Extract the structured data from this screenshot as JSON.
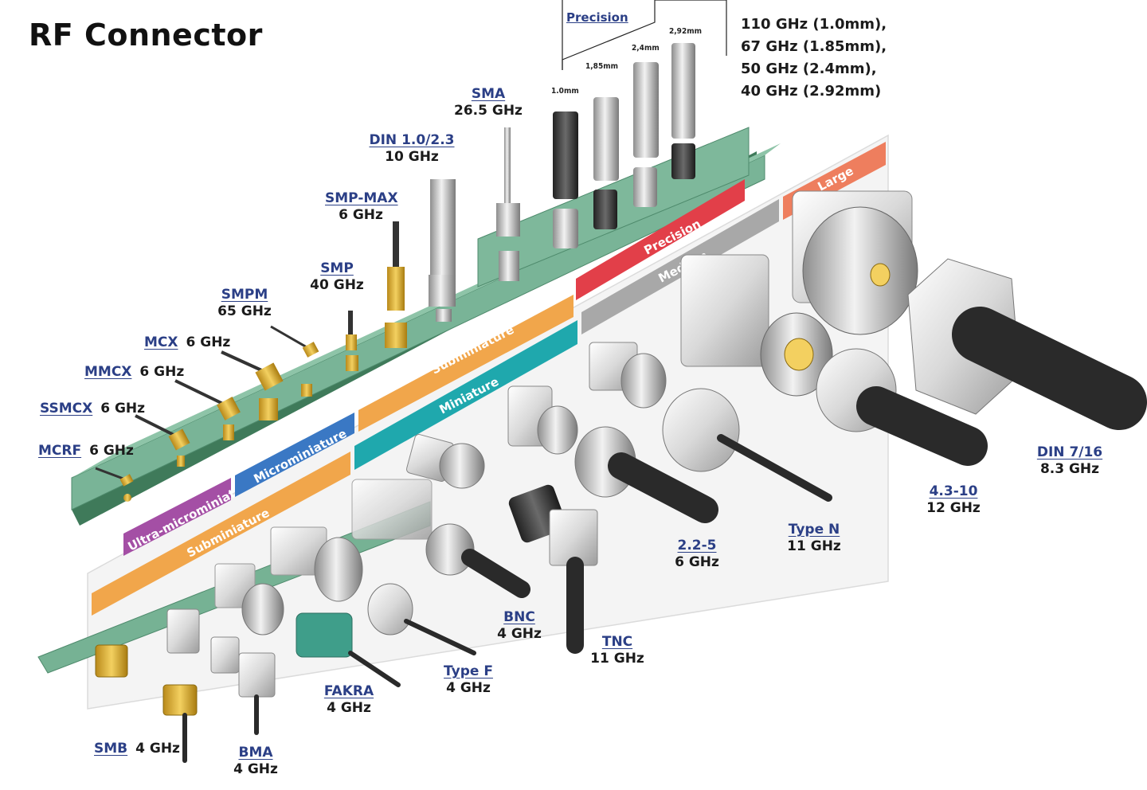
{
  "title": "RF Connector",
  "precision": {
    "label": "Precision",
    "sizes": [
      "1.0mm",
      "1,85mm",
      "2,4mm",
      "2,92mm"
    ],
    "notes": [
      "110 GHz (1.0mm),",
      "67 GHz (1.85mm),",
      "50 GHz (2.4mm),",
      "40 GHz (2.92mm)"
    ]
  },
  "bands": {
    "ultra_microminiature": "Ultra-microminiature",
    "microminiature": "Microminiature",
    "subminiature_upper": "Subminiature",
    "precision": "Precision",
    "miniature": "Miniature",
    "medium": "Medium",
    "large": "Large",
    "subminiature_lower": "Subminiature"
  },
  "connectors": {
    "mcrf": {
      "name": "MCRF",
      "freq": "6 GHz"
    },
    "ssmcx": {
      "name": "SSMCX",
      "freq": "6 GHz"
    },
    "mmcx": {
      "name": "MMCX",
      "freq": "6 GHz"
    },
    "mcx": {
      "name": "MCX",
      "freq": "6 GHz"
    },
    "smpm": {
      "name": "SMPM",
      "freq": "65 GHz"
    },
    "smp": {
      "name": "SMP",
      "freq": "40 GHz"
    },
    "smp_max": {
      "name": "SMP-MAX",
      "freq": "6 GHz"
    },
    "din_1023": {
      "name": "DIN 1.0/2.3",
      "freq": "10 GHz"
    },
    "sma": {
      "name": "SMA",
      "freq": "26.5 GHz"
    },
    "smb": {
      "name": "SMB",
      "freq": "4 GHz"
    },
    "bma": {
      "name": "BMA",
      "freq": "4 GHz"
    },
    "fakra": {
      "name": "FAKRA",
      "freq": "4 GHz"
    },
    "type_f": {
      "name": "Type F",
      "freq": "4 GHz"
    },
    "bnc": {
      "name": "BNC",
      "freq": "4 GHz"
    },
    "tnc": {
      "name": "TNC",
      "freq": "11 GHz"
    },
    "c225": {
      "name": "2.2-5",
      "freq": "6 GHz"
    },
    "type_n": {
      "name": "Type N",
      "freq": "11 GHz"
    },
    "c4310": {
      "name": "4.3-10",
      "freq": "12 GHz"
    },
    "din716": {
      "name": "DIN 7/16",
      "freq": "8.3 GHz"
    }
  }
}
